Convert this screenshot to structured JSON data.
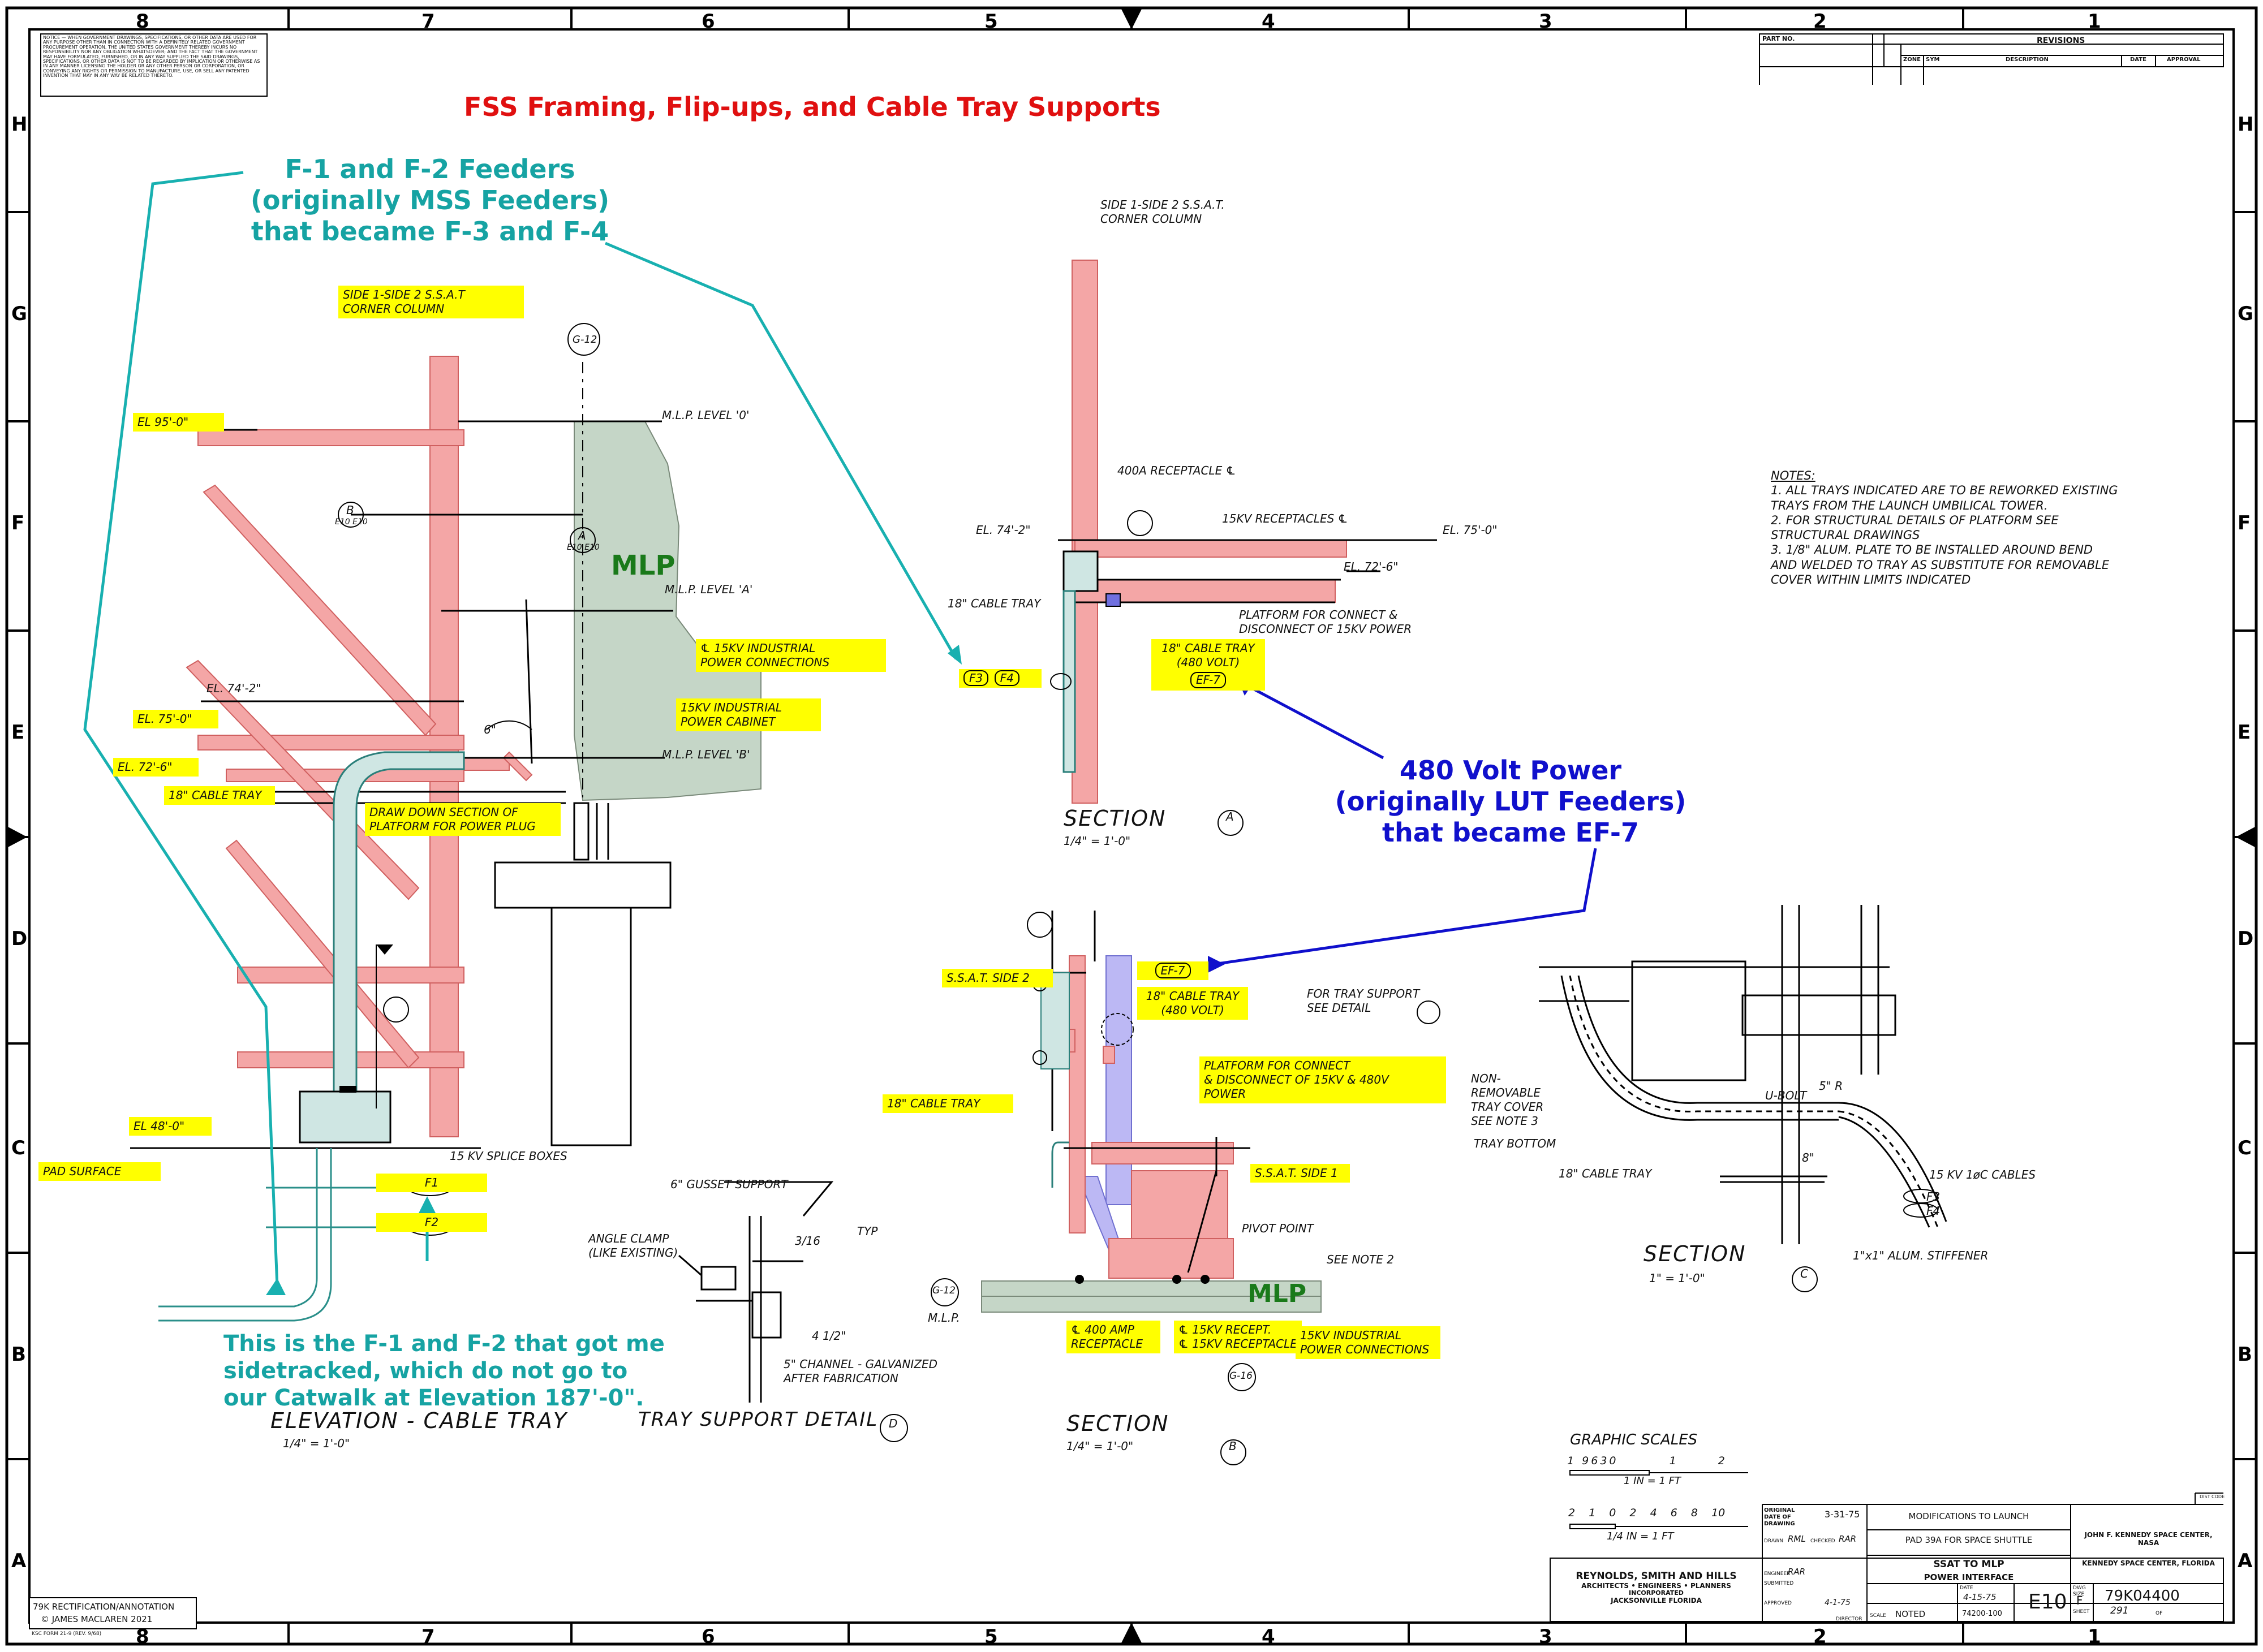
{
  "title": "FSS Framing, Flip-ups, and Cable Tray Supports",
  "border": {
    "columns": [
      "8",
      "7",
      "6",
      "5",
      "4",
      "3",
      "2",
      "1"
    ],
    "rows": [
      "H",
      "G",
      "F",
      "E",
      "D",
      "C",
      "B",
      "A"
    ]
  },
  "disclaimer": "NOTICE — WHEN GOVERNMENT DRAWINGS, SPECIFICATIONS, OR OTHER DATA ARE USED FOR ANY PURPOSE OTHER THAN IN CONNECTION WITH A DEFINITELY RELATED GOVERNMENT PROCUREMENT OPERATION, THE UNITED STATES GOVERNMENT THEREBY INCURS NO RESPONSIBILITY NOR ANY OBLIGATION WHATSOEVER; AND THE FACT THAT THE GOVERNMENT MAY HAVE FORMULATED, FURNISHED, OR IN ANY WAY SUPPLIED THE SAID DRAWINGS, SPECIFICATIONS, OR OTHER DATA IS NOT TO BE REGARDED BY IMPLICATION OR OTHERWISE AS IN ANY MANNER LICENSING THE HOLDER OR ANY OTHER PERSON OR CORPORATION, OR CONVEYING ANY RIGHTS OR PERMISSION TO MANUFACTURE, USE, OR SELL ANY PATENTED INVENTION THAT MAY IN ANY WAY BE RELATED THERETO.",
  "revisions": {
    "part_no": "PART NO.",
    "hdr": "REVISIONS",
    "zone": "ZONE",
    "sym": "SYM",
    "description": "DESCRIPTION",
    "date": "DATE",
    "approval": "APPROVAL"
  },
  "annotations": {
    "feeders_top": [
      "F-1 and F-2 Feeders",
      "(originally MSS Feeders)",
      "that became F-3 and F-4"
    ],
    "feeders_bottom": [
      "This is the F-1 and F-2 that got me",
      "sidetracked, which do not go to",
      "our Catwalk at Elevation 187'-0\"."
    ],
    "power_480": [
      "480 Volt Power",
      "(originally LUT Feeders)",
      "that became EF-7"
    ]
  },
  "left_view": {
    "corner_col": [
      "SIDE 1-SIDE 2 S.S.A.T",
      "CORNER COLUMN"
    ],
    "el_95": "EL 95'-0\"",
    "mlp_level_0": "M.L.P. LEVEL '0'",
    "mlp_level_a": "M.L.P. LEVEL 'A'",
    "mlp_level_b": "M.L.P. LEVEL 'B'",
    "mlp": "MLP",
    "industrial_conn": [
      "℄ 15KV INDUSTRIAL",
      "POWER CONNECTIONS"
    ],
    "industrial_cab": [
      "15KV INDUSTRIAL",
      "POWER CABINET"
    ],
    "el_74": "EL. 74'-2\"",
    "el_75": "EL. 75'-0\"",
    "el_72": "EL. 72'-6\"",
    "tray18": "18\" CABLE TRAY",
    "draw_down": [
      "DRAW DOWN SECTION OF",
      "PLATFORM FOR POWER PLUG"
    ],
    "six": "6\"",
    "g12": "G-12",
    "b": "B",
    "a": "A",
    "e10": "E10 E10",
    "el_48": "EL 48'-0\"",
    "pad_surface": "PAD SURFACE",
    "splice": "15 KV SPLICE BOXES",
    "f1": "F1",
    "f2": "F2",
    "elev_title": "ELEVATION - CABLE TRAY",
    "elev_scale": "1/4\" = 1'-0\"",
    "d": "D"
  },
  "section_a": {
    "corner_col": [
      "SIDE 1-SIDE 2 S.S.A.T.",
      "CORNER COLUMN"
    ],
    "receptacle_400": "400A RECEPTACLE ℄",
    "receptacles_15": "15KV RECEPTACLES ℄",
    "el_74": "EL. 74'-2\"",
    "el_75": "EL. 75'-0\"",
    "el_72": "EL. 72'-6\"",
    "tray18": "18\" CABLE TRAY",
    "platform": [
      "PLATFORM FOR CONNECT &",
      "DISCONNECT OF 15KV POWER"
    ],
    "tray480": [
      "18\" CABLE TRAY",
      "(480 VOLT)"
    ],
    "ef7": "EF-7",
    "f3": "F3",
    "f4": "F4",
    "title": "SECTION",
    "scale": "1/4\" = 1'-0\"",
    "tag": "A"
  },
  "section_b": {
    "ssat_side2": "S.S.A.T. SIDE 2",
    "ef7": "EF-7",
    "tray480": [
      "18\" CABLE TRAY",
      "(480 VOLT)"
    ],
    "tray_support": [
      "FOR TRAY SUPPORT",
      "SEE DETAIL"
    ],
    "tray18": "18\" CABLE TRAY",
    "platform": [
      "PLATFORM FOR CONNECT",
      "& DISCONNECT OF 15KV & 480V",
      "POWER"
    ],
    "ssat_side1": "S.S.A.T. SIDE 1",
    "pivot": "PIVOT POINT",
    "note2": "SEE NOTE 2",
    "mlp": "MLP",
    "g12": "G-12",
    "mlp_small": "M.L.P.",
    "g16": "G-16",
    "amp400": [
      "℄ 400 AMP",
      "RECEPTACLE"
    ],
    "recept15a": "℄ 15KV RECEPT.",
    "recept15b": "℄ 15KV RECEPTACLE",
    "industrial": [
      "15KV INDUSTRIAL",
      "POWER CONNECTIONS"
    ],
    "title": "SECTION",
    "scale": "1/4\" = 1'-0\"",
    "tag": "B"
  },
  "tray_detail": {
    "gusset": "6\" GUSSET SUPPORT",
    "angle": [
      "ANGLE CLAMP",
      "(LIKE EXISTING)"
    ],
    "typ": "TYP",
    "frac": "3/16",
    "half": "4 1/2\"",
    "channel": [
      "5\" CHANNEL - GALVANIZED",
      "AFTER FABRICATION"
    ],
    "title": "TRAY SUPPORT DETAIL"
  },
  "section_c": {
    "removable": [
      "NON-",
      "REMOVABLE",
      "TRAY COVER",
      "SEE NOTE 3"
    ],
    "ubolt": "U-BOLT",
    "tray_bottom": "TRAY BOTTOM",
    "tray18": "18\" CABLE TRAY",
    "cables": "15 KV 1øC CABLES",
    "f3": "F3",
    "f4": "F4",
    "stiffener": "1\"x1\" ALUM. STIFFENER",
    "five": "5\" R",
    "eight": "8\"",
    "title": "SECTION",
    "scale": "1\" = 1'-0\"",
    "tag": "C"
  },
  "notes": {
    "hdr": "NOTES:",
    "items": [
      "1. ALL TRAYS INDICATED ARE TO BE REWORKED EXISTING TRAYS FROM THE LAUNCH UMBILICAL TOWER.",
      "2. FOR STRUCTURAL DETAILS OF PLATFORM SEE STRUCTURAL DRAWINGS",
      "3. 1/8\" ALUM. PLATE TO BE INSTALLED AROUND BEND AND WELDED TO TRAY AS SUBSTITUTE FOR REMOVABLE COVER WITHIN LIMITS INDICATED"
    ]
  },
  "scales": {
    "hdr": "GRAPHIC SCALES",
    "s1_ticks": [
      "1",
      "9",
      "6",
      "3",
      "0",
      "1",
      "2"
    ],
    "s1_label": "1 IN = 1 FT",
    "s2_ticks": [
      "2",
      "1",
      "0",
      "2",
      "4",
      "6",
      "8",
      "10"
    ],
    "s2_label": "1/4 IN = 1 FT"
  },
  "title_block": {
    "firm": [
      "REYNOLDS, SMITH AND HILLS",
      "ARCHITECTS • ENGINEERS • PLANNERS",
      "INCORPORATED",
      "JACKSONVILLE FLORIDA"
    ],
    "orig_date_lbl": "ORIGINAL DATE OF DRAWING",
    "orig_date": "3-31-75",
    "drawn": "DRAWN",
    "drawn_by": "RML",
    "checked": "CHECKED",
    "checked_by": "RAR",
    "engineer": "ENGINEER",
    "engineer_by": "RAR",
    "submitted": "SUBMITTED",
    "approved": "APPROVED",
    "director": "DIRECTOR",
    "sign_date": "4-1-75",
    "line1": "MODIFICATIONS TO LAUNCH",
    "line2": "PAD 39A FOR SPACE SHUTTLE",
    "line3": "SSAT TO MLP",
    "line4": "POWER INTERFACE",
    "center": [
      "JOHN F. KENNEDY SPACE CENTER, NASA",
      "KENNEDY SPACE CENTER, FLORIDA"
    ],
    "scale_lbl": "SCALE",
    "scale": "NOTED",
    "date_lbl": "DATE",
    "date": "4-15-75",
    "ref": "74200-100",
    "sheet_code": "E10",
    "dwg_size_lbl": "DWG SIZE",
    "dwg_size": "F",
    "dwg_no": "79K04400",
    "sheet_lbl": "SHEET",
    "sheet": "291",
    "of": "OF",
    "dist_code": "DIST CODE"
  },
  "credit": [
    "79K RECTIFICATION/ANNOTATION",
    "© JAMES MACLAREN 2021"
  ],
  "form": "KSC FORM 21-9 (REV. 9/68)"
}
